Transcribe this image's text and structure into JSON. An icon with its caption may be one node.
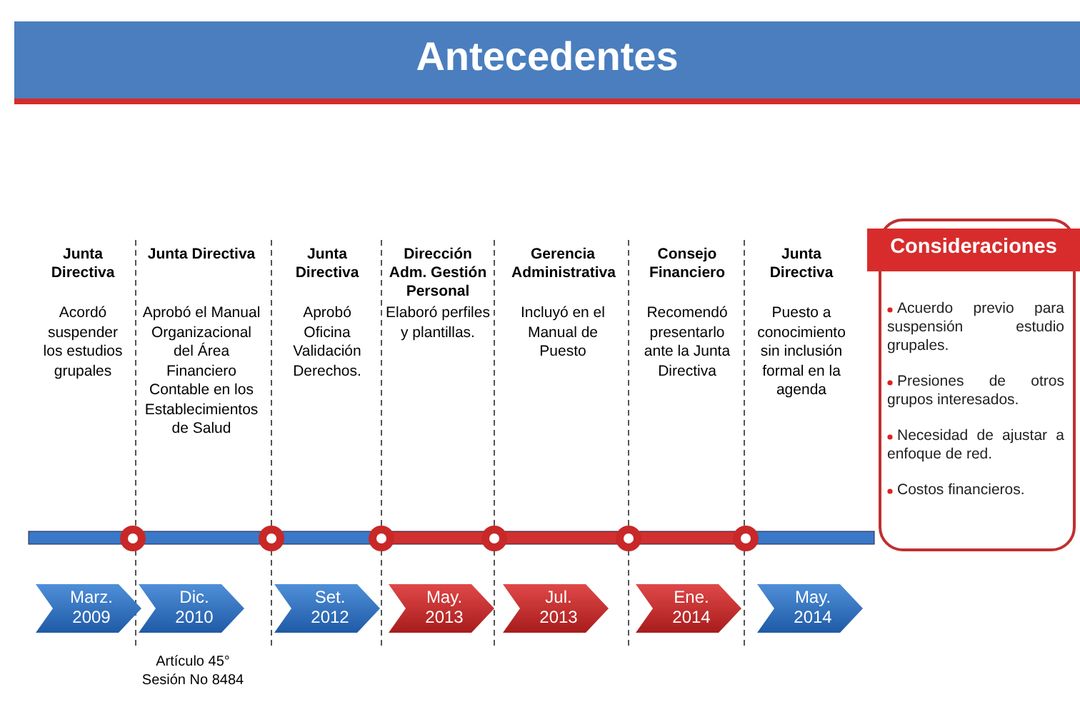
{
  "diagram": {
    "title": "Antecedentes",
    "nodes": [
      {
        "text": [
          "Junta Directiva",
          "Acordó suspender los estudios grupales"
        ]
      },
      {
        "text": [
          "Junta Directiva",
          "Aprobó el Manual Organizacional del Área Financiero Contable en los Establecimientos de Salud"
        ]
      },
      {
        "text": [
          "Junta Directiva",
          "Aprobó Oficina Validación Derechos."
        ]
      },
      {
        "text": [
          "Dirección Adm. Gestión Personal",
          "Elaboró perfiles y plantillas."
        ]
      },
      {
        "text": [
          "Gerencia Administrativa",
          "Incluyó en el Manual de Puesto"
        ]
      },
      {
        "text": [
          "Consejo Financiero",
          "Recomendó presentarlo ante la Junta Directiva"
        ]
      },
      {
        "text": [
          "Junta Directiva",
          "Puesto a conocimiento sin inclusión formal en la agenda"
        ]
      },
      {
        "text": [
          "Marz. 2009"
        ]
      },
      {
        "text": [
          "Dic. 2010"
        ],
        "beside": [
          "Artículo 45° Sesión No 8484"
        ]
      },
      {
        "text": [
          "Set. 2012"
        ]
      },
      {
        "text": [
          "May. 2013"
        ]
      },
      {
        "text": [
          "Jul. 2013"
        ]
      },
      {
        "text": [
          "Ene. 2014"
        ]
      },
      {
        "text": [
          "May. 2014"
        ]
      },
      {
        "text": [
          "Consideraciones",
          "Acuerdo previo para suspensión estudio grupales.",
          "Presiones de otros grupos interesados.",
          "Necesidad de ajustar a enfoque de red.",
          "Costos financieros."
        ]
      }
    ]
  }
}
